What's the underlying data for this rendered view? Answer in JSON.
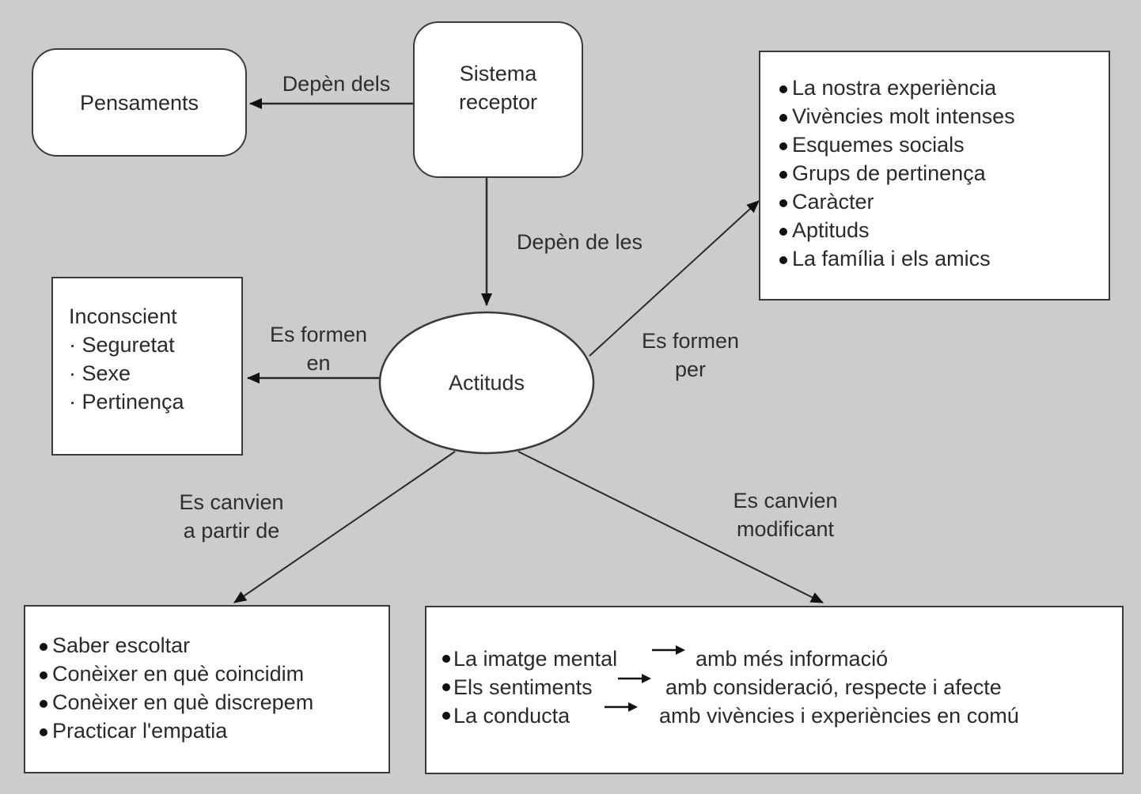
{
  "nodes": {
    "pensaments": "Pensaments",
    "sistema_receptor": [
      "Sistema",
      "receptor"
    ],
    "actituds": "Actituds",
    "inconscient": {
      "title": "Inconscient",
      "items": [
        "· Seguretat",
        "· Sexe",
        "· Pertinença"
      ]
    },
    "formen_per_list": [
      "La nostra experiència",
      "Vivències molt intenses",
      "Esquemes socials",
      "Grups de pertinença",
      "Caràcter",
      "Aptituds",
      "La família i els amics"
    ],
    "canvien_a_partir_list": [
      "Saber escoltar",
      "Conèixer en què coincidim",
      "Conèixer en què discrepem",
      "Practicar l'empatia"
    ],
    "canvien_modificant_list": [
      {
        "left": "La imatge mental",
        "right": "amb més informació"
      },
      {
        "left": "Els sentiments",
        "right": "amb consideració, respecte i afecte"
      },
      {
        "left": "La conducta",
        "right": "amb vivències i experiències en comú"
      }
    ]
  },
  "edges": {
    "depen_dels": "Depèn dels",
    "depen_de_les": "Depèn de les",
    "es_formen_en": [
      "Es formen",
      "en"
    ],
    "es_formen_per": [
      "Es formen",
      "per"
    ],
    "es_canvien_a_partir_de": [
      "Es canvien",
      "a partir de"
    ],
    "es_canvien_modificant": [
      "Es canvien",
      "modificant"
    ]
  }
}
